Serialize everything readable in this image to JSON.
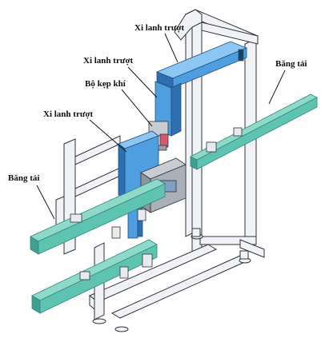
{
  "labels": {
    "top_slider": "Xi lanh trượt",
    "mid_slider": "Xi lanh trượt",
    "gripper": "Bộ kẹp khí",
    "left_slider": "Xi lanh trượt",
    "right_conveyor": "Băng tải",
    "left_conveyor": "Băng tải"
  },
  "colors": {
    "frame": "#f1f2f5",
    "frame_edge": "#30343a",
    "conveyor": "#5fc3b1",
    "conveyor_dark": "#2f8a7c",
    "cylinder": "#4f9fe0",
    "cylinder_dark": "#2d6fb0",
    "leader": "#1a1a1a"
  }
}
